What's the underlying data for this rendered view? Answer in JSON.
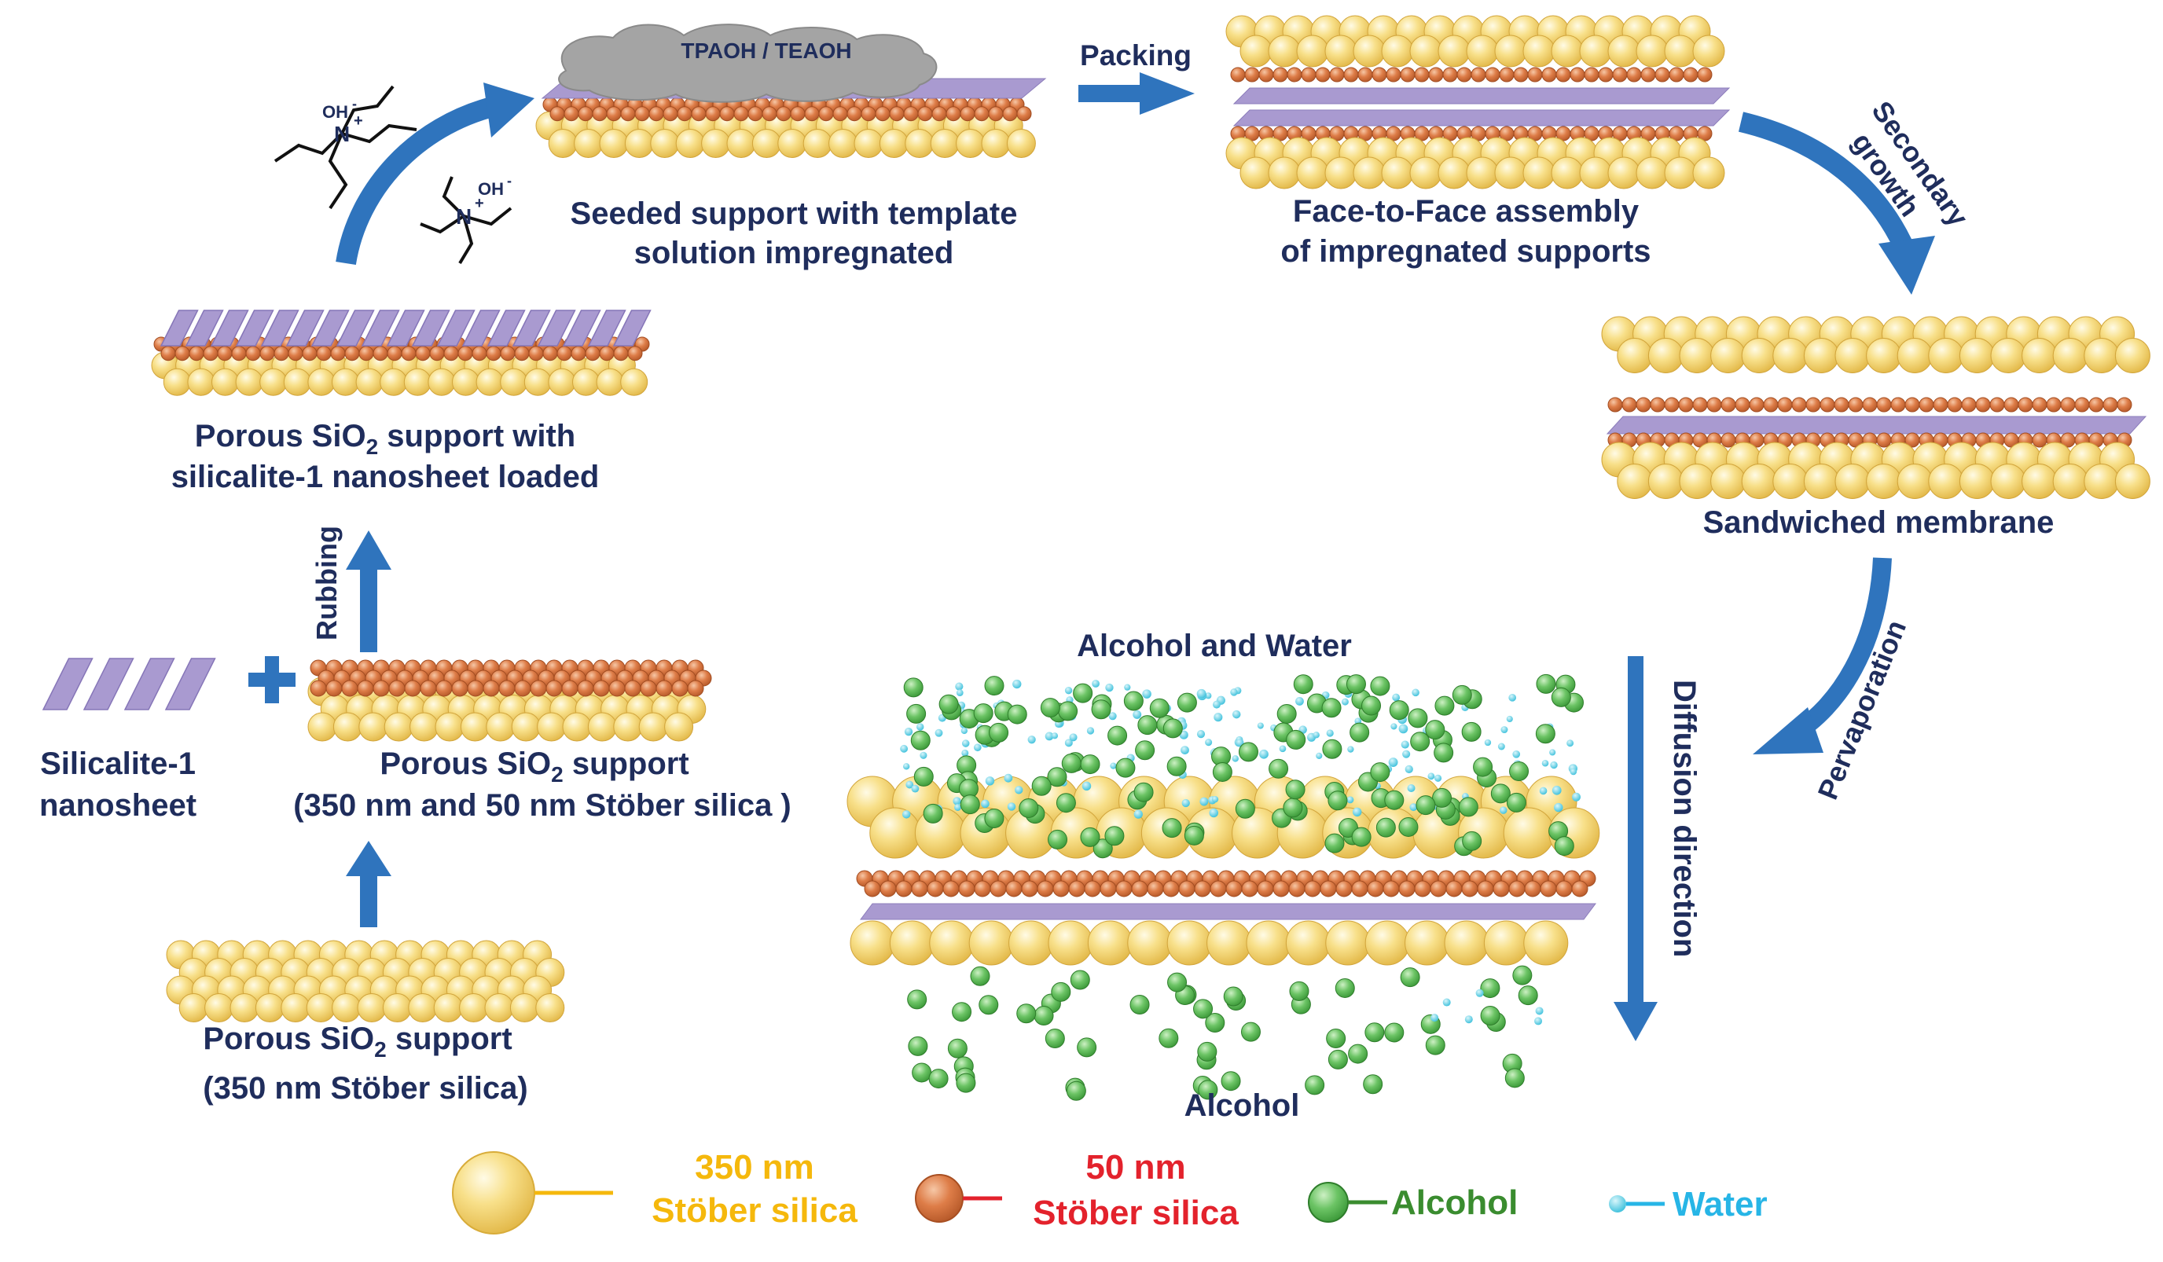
{
  "colors": {
    "label_navy": "#1f2d5c",
    "arrow_blue": "#2f74bd",
    "large_silica": "#f6d874",
    "large_silica_label": "#f5b80c",
    "small_silica": "#dd7a45",
    "small_silica_label": "#e3222c",
    "nanosheet": "#a99ad0",
    "alcohol": "#5cb85c",
    "alcohol_label": "#3a8c2f",
    "water": "#3fc1dc",
    "water_label": "#27b5e6",
    "template_cloud": "#9c9c9c",
    "hydroxide": "#e52a2a"
  },
  "steps": {
    "seeded": {
      "line1": "Seeded support with template",
      "line2": "solution impregnated",
      "cloud_text": "TPAOH  /  TEAOH"
    },
    "face": {
      "line1": "Face-to-Face assembly",
      "line2": "of impregnated supports"
    },
    "sandwich": {
      "line1": "Sandwiched membrane"
    },
    "loaded": {
      "line1a": "Porous SiO",
      "sub": "2",
      "line1b": " support with",
      "line2": "silicalite-1 nanosheet loaded"
    },
    "silicalite": {
      "line1": "Silicalite-1",
      "line2": "nanosheet"
    },
    "support_mixed": {
      "line1a": "Porous SiO",
      "sub": "2",
      "line1b": "  support",
      "line2": "(350 nm and 50 nm Stöber silica )"
    },
    "support_plain": {
      "line1a": "Porous SiO",
      "sub": "2",
      "line1b": " support",
      "line2": "(350 nm Stöber silica)"
    },
    "perv": {
      "top": "Alcohol and Water",
      "bottom": "Alcohol"
    }
  },
  "arrows": {
    "packing": "Packing",
    "secondary_l1": "Secondary",
    "secondary_l2": "growth",
    "pervaporation": "Pervaporation",
    "rubbing": "Rubbing",
    "diffusion": "Diffusion direction"
  },
  "molecules": {
    "hydroxide": "OH",
    "charge_minus": "-",
    "nitrogen": "N",
    "charge_plus": "+"
  },
  "legend": {
    "large": {
      "line1": "350 nm",
      "line2": "Stöber silica"
    },
    "small": {
      "line1": "50 nm",
      "line2": "Stöber silica"
    },
    "alcohol": "Alcohol",
    "water": "Water"
  }
}
